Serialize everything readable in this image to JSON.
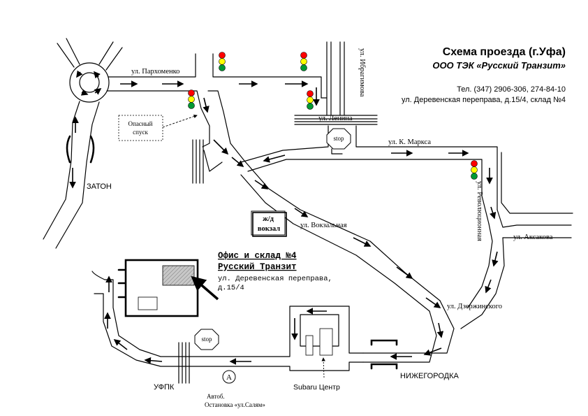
{
  "header": {
    "title": "Схема проезда (г.Уфа)",
    "company": "ООО ТЭК «Русский Транзит»",
    "phone": "Тел. (347) 2906-306, 274-84-10",
    "address": "ул. Деревенская переправа, д.15/4, склад №4"
  },
  "streets": {
    "parkhomenko": "ул. Пархоменко",
    "ibragimova": "ул. Ибрагимова",
    "lenina": "ул. Ленина",
    "marksa": "ул. К. Маркса",
    "revolyutsionnaya": "ул. Революционная",
    "aksakova": "ул. Аксакова",
    "vokzalnaya": "ул. Вокзальная",
    "dzerzhinskogo": "ул. Дзержинского"
  },
  "districts": {
    "zaton": "ЗАТОН",
    "nizhegorodka": "НИЖЕГОРОДКА",
    "ufpk": "УФПК"
  },
  "landmarks": {
    "danger_line1": "Опасный",
    "danger_line2": "спуск",
    "station_line1": "ж/д",
    "station_line2": "вокзал",
    "subaru": "Subaru Центр",
    "bus_letter": "A",
    "bus_line1": "Автоб.",
    "bus_line2": "Остановка «ул.Салям»",
    "stop": "stop"
  },
  "office": {
    "title_line1": "Офис и склад №4",
    "title_line2": "Русский Транзит",
    "addr_line1": "ул. Деревенская переправа,",
    "addr_line2": "д.15/4"
  },
  "colors": {
    "traffic_red": "#ff0000",
    "traffic_yellow": "#ffff00",
    "traffic_green": "#009933",
    "office_fill": "#c0c0c0"
  }
}
